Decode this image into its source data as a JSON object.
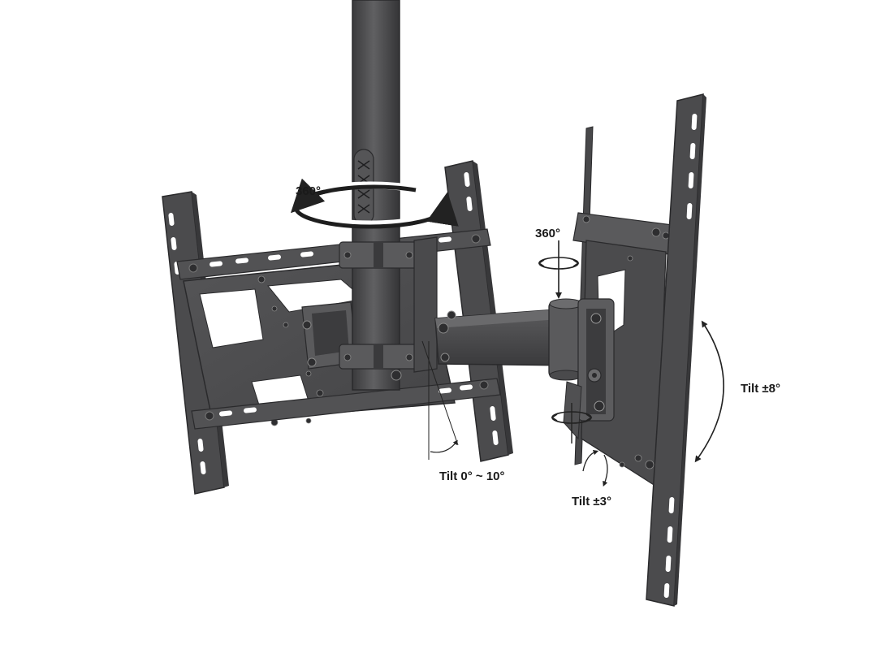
{
  "labels": {
    "rotation_pole": "360°",
    "rotation_arm": "360°",
    "tilt_right": "Tilt ±8°",
    "tilt_left": "Tilt 0° ~ 10°",
    "tilt_small": "Tilt ±3°"
  },
  "colors": {
    "metal": "#4a4a4c",
    "metal_dark": "#2e2e30",
    "metal_light": "#6a6a6c",
    "slot": "#ffffff",
    "arrow": "#222222",
    "background": "#ffffff"
  }
}
